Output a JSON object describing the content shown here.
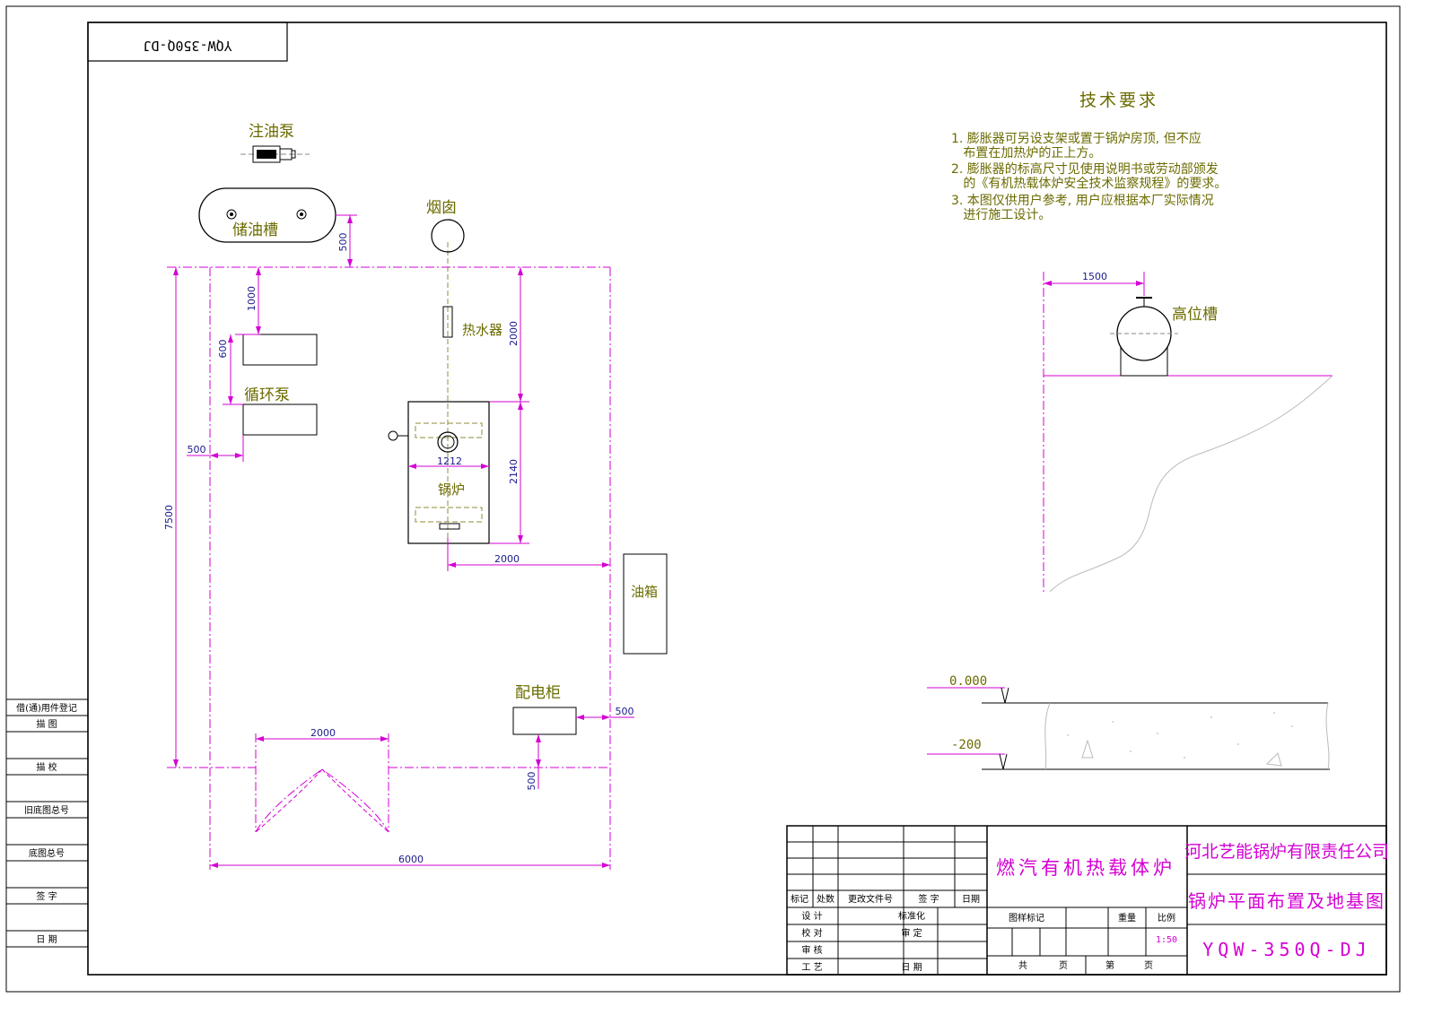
{
  "stamp": "YQW-350Q-DJ",
  "labels": {
    "oil_pump": "注油泵",
    "storage_tank": "储油槽",
    "chimney": "烟囱",
    "water_heater": "热水器",
    "circ_pump": "循环泵",
    "boiler": "锅炉",
    "oil_box": "油箱",
    "cabinet": "配电柜",
    "high_tank": "高位槽"
  },
  "dims": {
    "d500_tank": "500",
    "d1000": "1000",
    "d600": "600",
    "d500_left": "500",
    "d2000_v": "2000",
    "d2140": "2140",
    "d1212": "1212",
    "d2000_h": "2000",
    "d7500": "7500",
    "d500_cab_r": "500",
    "d2000_door": "2000",
    "d500_cab_b": "500",
    "d6000": "6000",
    "d1500": "1500"
  },
  "tech": {
    "title": "技术要求",
    "lines": [
      "1. 膨胀器可另设支架或置于锅炉房顶, 但不应",
      "   布置在加热炉的正上方。",
      "2. 膨胀器的标高尺寸见使用说明书或劳动部颁发",
      "   的《有机热载体炉安全技术监察规程》的要求。",
      "3. 本图仅供用户参考, 用户应根据本厂实际情况",
      "   进行施工设计。"
    ]
  },
  "elev": {
    "top": "0.000",
    "bottom": "-200"
  },
  "left_table": [
    "借(通)用件登记",
    "描 图",
    "描 校",
    "旧底图总号",
    "底图总号",
    "签 字",
    "日 期"
  ],
  "title_block": {
    "product": "燃汽有机热载体炉",
    "company": "河北艺能锅炉有限责任公司",
    "drawing_name": "锅炉平面布置及地基图",
    "drawing_no": "YQW-350Q-DJ",
    "headers": [
      "标记",
      "处数",
      "更改文件号",
      "签 字",
      "日期"
    ],
    "design": "设 计",
    "standard": "标准化",
    "check": "校 对",
    "review": "审 定",
    "audit": "审 核",
    "craft": "工 艺",
    "date": "日 期",
    "stage_mark": "图样标记",
    "weight": "重量",
    "scale_label": "比例",
    "scale": "1:50",
    "total": "共",
    "page": "页",
    "sheet": "第",
    "page2": "页"
  }
}
